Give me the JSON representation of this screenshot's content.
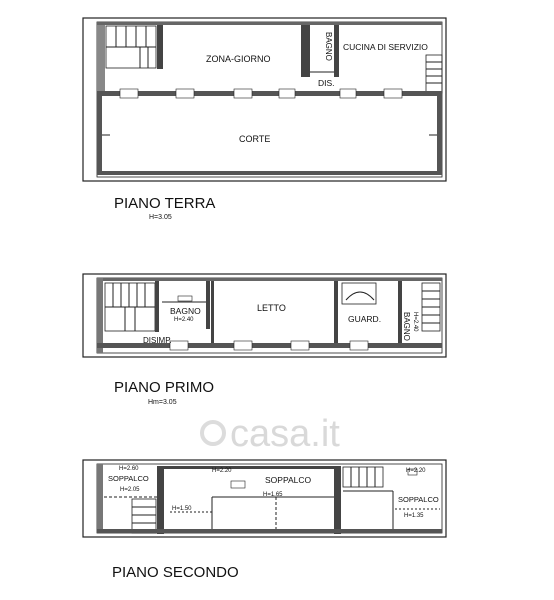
{
  "floors": {
    "terra": {
      "title": "PIANO TERRA",
      "height": "H=3.05",
      "rooms": {
        "zona_giorno": "ZONA-GIORNO",
        "bagno": "BAGNO",
        "cucina": "CUCINA DI SERVIZIO",
        "dis": "DIS.",
        "corte": "CORTE"
      }
    },
    "primo": {
      "title": "PIANO PRIMO",
      "height": "Hm=3.05",
      "rooms": {
        "bagno": "BAGNO",
        "bagno_h": "H=2.40",
        "letto": "LETTO",
        "guard": "GUARD.",
        "bagno2": "BAGNO",
        "bagno2_h": "H=2.40",
        "disimp": "DISIMP."
      }
    },
    "secondo": {
      "title": "PIANO SECONDO",
      "rooms": {
        "sopp_left": "SOPPALCO",
        "h_left_top": "H=2.60",
        "h_left_bottom": "H=2.05",
        "sopp_mid": "SOPPALCO",
        "h_mid_top": "H=2.20",
        "h_mid_center": "H=1.65",
        "h_mid_low": "H=1.50",
        "sopp_right": "SOPPALCO",
        "h_right_top": "H=2.20",
        "h_right_bottom": "H=1.35"
      }
    }
  },
  "watermark": "casa.it"
}
